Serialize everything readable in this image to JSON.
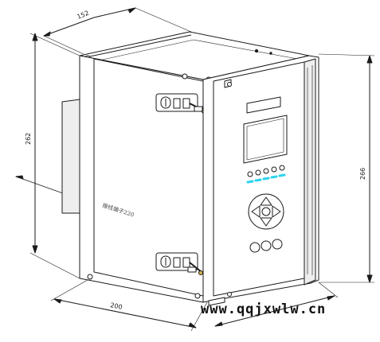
{
  "drawing": {
    "dimensions": {
      "depth_top": "152",
      "height_left": "262",
      "height_right": "266",
      "width_bottom": "200"
    },
    "label_terminal": "接线端子220",
    "watermark": "www.qqjxwlw.cn",
    "front_panel": {
      "indicator_count": 5,
      "keypad_arrows": [
        "up",
        "down",
        "left",
        "right"
      ],
      "bottom_buttons": 3
    },
    "colors": {
      "line": "#1a1a1a",
      "led_cyan": "#2bd3ee",
      "panel_fill": "#ffffff",
      "side_shade": "#eeeeee"
    }
  }
}
